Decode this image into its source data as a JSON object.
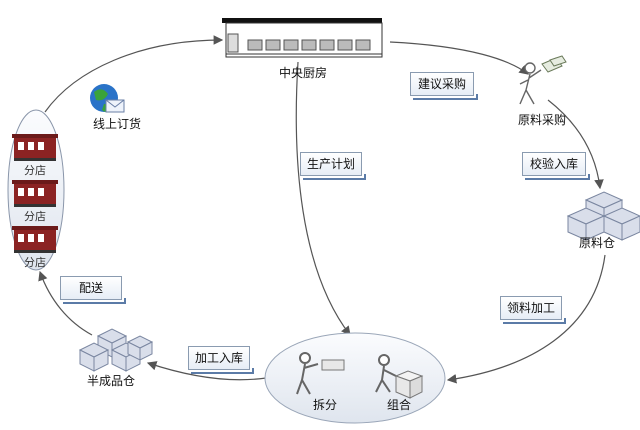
{
  "nodes": {
    "central_kitchen": "中央厨房",
    "online_order": "线上订货",
    "raw_purchase": "原料采购",
    "raw_warehouse": "原料仓",
    "semi_warehouse": "半成品仓",
    "split": "拆分",
    "assemble": "组合",
    "branches": [
      "分店",
      "分店",
      "分店"
    ]
  },
  "steps": {
    "suggest_purchase": "建议采购",
    "inspect_store": "校验入库",
    "production_plan": "生产计划",
    "pick_process": "领料加工",
    "process_store": "加工入库",
    "delivery": "配送"
  },
  "icons": [
    "factory-icon",
    "globe-mail-icon",
    "buyer-icon",
    "boxes-icon",
    "worker-icon",
    "shop-icon"
  ],
  "colors": {
    "arrow": "#555555",
    "note_border": "#5b7ba7",
    "box": "#cfd6e6",
    "shop": "#8b2323"
  }
}
